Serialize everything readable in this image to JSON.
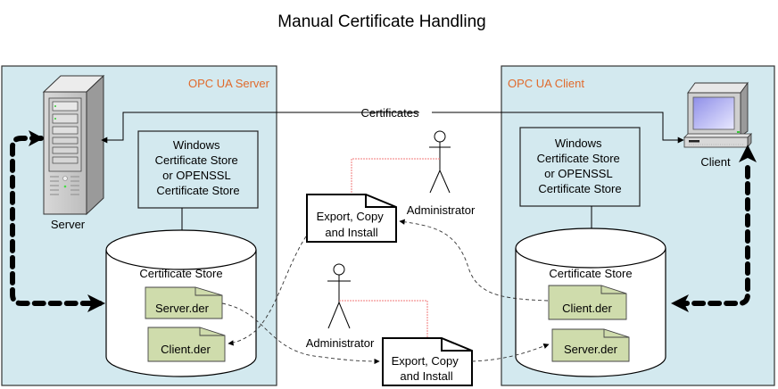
{
  "title": "Manual Certificate Handling",
  "colors": {
    "zone_fill": "#d3e9ef",
    "zone_label": "#e06a2c",
    "cert_fill": "#cfdcac",
    "admin_link": "#f07a7a"
  },
  "server_zone": {
    "label": "OPC UA Server",
    "device_label": "Server",
    "device_icon": "server-tower-icon",
    "store_box_lines": [
      "Windows",
      "Certificate Store",
      "or OPENSSL",
      "Certificate Store"
    ],
    "cert_store": {
      "label": "Certificate Store",
      "files": [
        "Server.der",
        "Client.der"
      ]
    }
  },
  "client_zone": {
    "label": "OPC UA Client",
    "device_label": "Client",
    "device_icon": "desktop-computer-icon",
    "store_box_lines": [
      "Windows",
      "Certificate Store",
      "or OPENSSL",
      "Certificate Store"
    ],
    "cert_store": {
      "label": "Certificate Store",
      "files": [
        "Client.der",
        "Server.der"
      ]
    }
  },
  "connector_label": "Certificates",
  "actors": [
    {
      "label": "Administrator",
      "note_lines": [
        "Export, Copy",
        "and Install"
      ]
    },
    {
      "label": "Administrator",
      "note_lines": [
        "Export, Copy",
        "and Install"
      ]
    }
  ]
}
